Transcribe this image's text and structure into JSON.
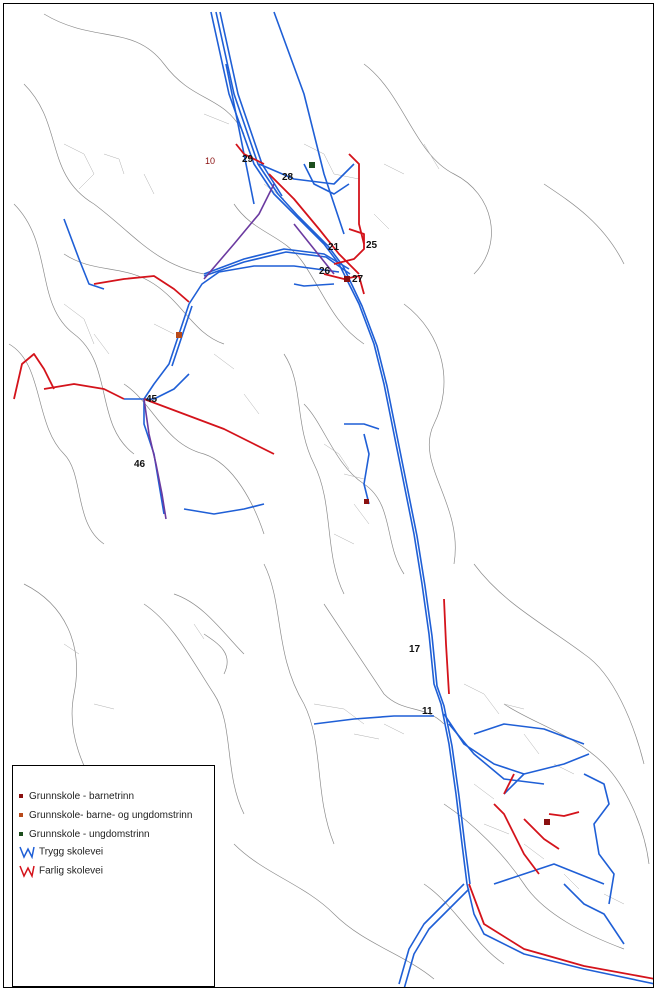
{
  "map": {
    "school_labels": [
      {
        "id": "s29",
        "text": "29"
      },
      {
        "id": "s10",
        "text": "10"
      },
      {
        "id": "s28",
        "text": "28"
      },
      {
        "id": "s21",
        "text": "21"
      },
      {
        "id": "s26",
        "text": "26"
      },
      {
        "id": "s25",
        "text": "25"
      },
      {
        "id": "s27",
        "text": "27"
      },
      {
        "id": "s45",
        "text": "45"
      },
      {
        "id": "s46",
        "text": "46"
      },
      {
        "id": "s17",
        "text": "17"
      },
      {
        "id": "s11",
        "text": "11"
      }
    ],
    "colors": {
      "safe_route": "#1f5fd6",
      "dangerous_route": "#d4131b",
      "terrain": "#8c8c8c",
      "school_barnetrinn": "#8a1010",
      "school_barne_ungdom": "#b84a1a",
      "school_ungdom": "#1d4e1d"
    }
  },
  "legend": {
    "items": [
      {
        "label": "Grunnskole - barnetrinn",
        "symbol": "dot-darkred"
      },
      {
        "label": "Grunnskole- barne- og ungdomstrinn",
        "symbol": "dot-orange"
      },
      {
        "label": "Grunnskole - ungdomstrinn",
        "symbol": "dot-darkgreen"
      },
      {
        "label": "Trygg skolevei",
        "symbol": "blue-zigzag"
      },
      {
        "label": "Farlig skolevei",
        "symbol": "red-zigzag"
      }
    ]
  }
}
